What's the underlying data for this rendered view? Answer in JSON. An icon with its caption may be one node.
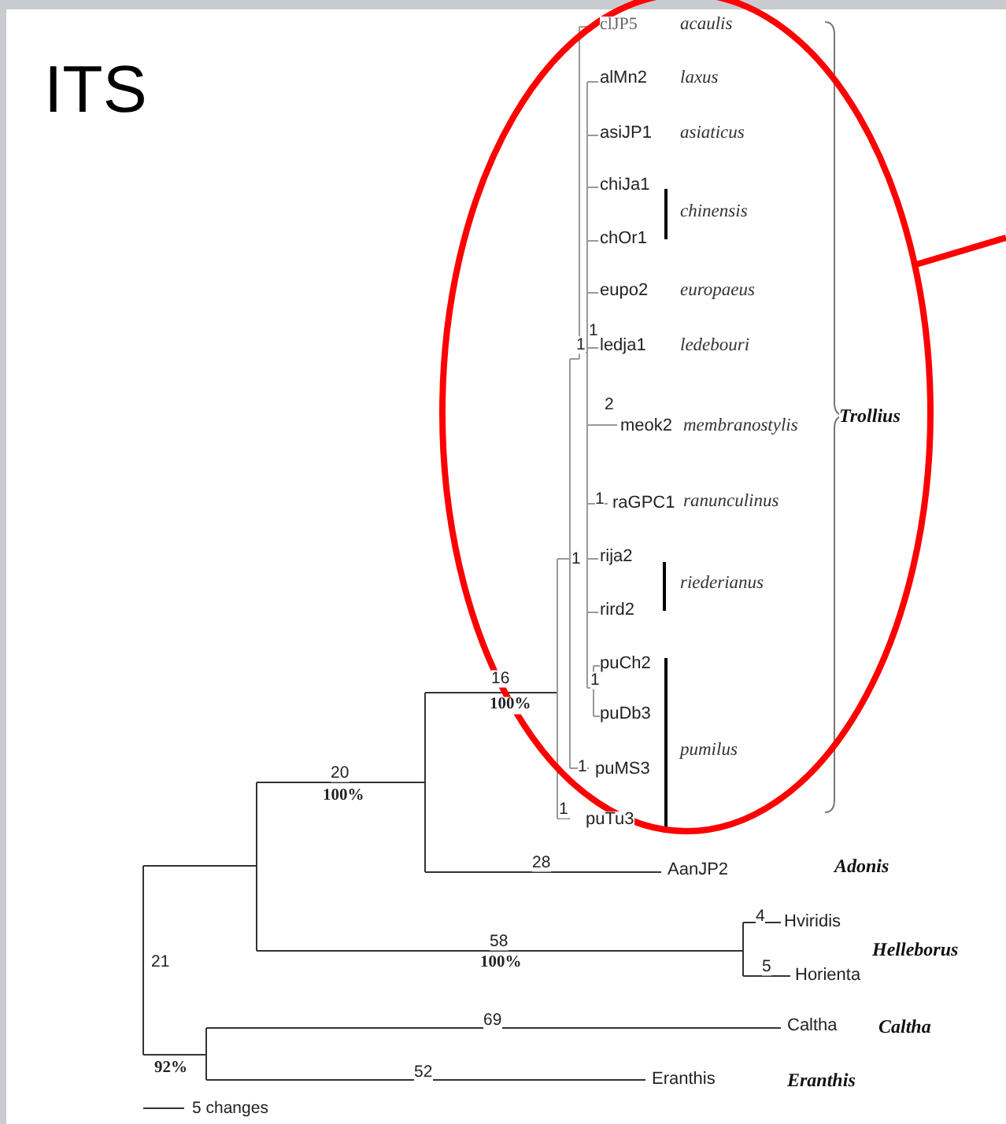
{
  "diagram": {
    "title": "ITS",
    "labels": [
      "clJP5",
      "acaulis",
      "alMn2",
      "laxus",
      "asiJP1",
      "asiaticus",
      "chiJa1",
      "chinensis",
      "chOr1",
      "eupo2",
      "europaeus",
      "1",
      "1",
      "ledja1",
      "ledebouri",
      "2",
      "meok2",
      "membranostylis",
      "Trollius",
      "1",
      "raGPC1",
      "ranunculinus",
      "1",
      "rija2",
      "riederianus",
      "rird2",
      "16",
      "puCh2",
      "1",
      "100%",
      "puDb3",
      "pumilus",
      "20",
      "1",
      "puMS3",
      "100%",
      "1",
      "puTu3",
      "28",
      "AanJP2",
      "Adonis",
      "4",
      "Hviridis",
      "58",
      "Helleborus",
      "21",
      "100%",
      "5",
      "Horienta",
      "69",
      "Caltha",
      "Caltha",
      "92%",
      "52",
      "Eranthis",
      "Eranthis",
      "5 changes"
    ]
  }
}
